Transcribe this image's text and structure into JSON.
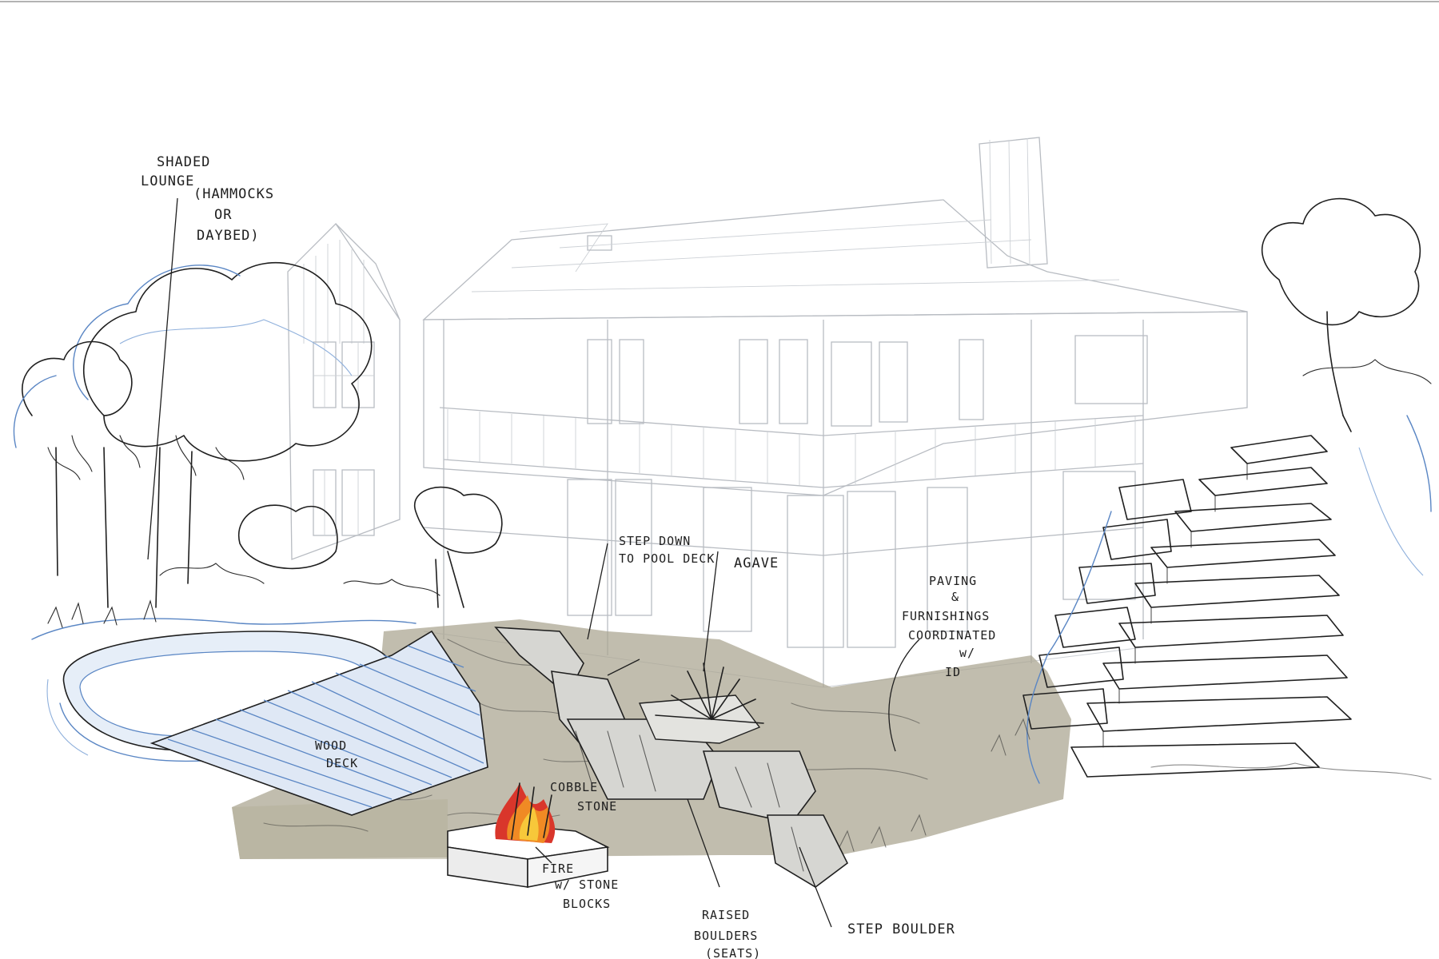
{
  "annotations": {
    "shaded_lounge": [
      "SHADED",
      "LOUNGE",
      "(HAMMOCKS",
      "OR",
      "DAYBED)"
    ],
    "step_down": [
      "STEP DOWN",
      "TO POOL DECK"
    ],
    "agave": "AGAVE",
    "paving": [
      "PAVING",
      "&",
      "FURNISHINGS",
      "COORDINATED",
      "w/",
      "ID"
    ],
    "wood_deck": [
      "WOOD",
      "DECK"
    ],
    "cobble_stone": [
      "COBBLE",
      "STONE"
    ],
    "fire": [
      "FIRE",
      "w/ STONE",
      "BLOCKS"
    ],
    "raised_boulders": [
      "RAISED",
      "BOULDERS",
      "(SEATS)"
    ],
    "step_boulder": "STEP BOULDER"
  },
  "colors": {
    "paving": "#a9a38f",
    "paving_light": "#c8c3b2",
    "pool_water": "#e6eef8",
    "deck_blue": "#7ea3d6",
    "boulder": "#d6d6d2",
    "fire_orange": "#f08a24",
    "fire_red": "#d9362b",
    "fire_yellow": "#f7c83a"
  },
  "icons": [
    "tree-icon",
    "fire-pit-icon",
    "agave-icon",
    "boulder-icon",
    "stair-icon"
  ]
}
